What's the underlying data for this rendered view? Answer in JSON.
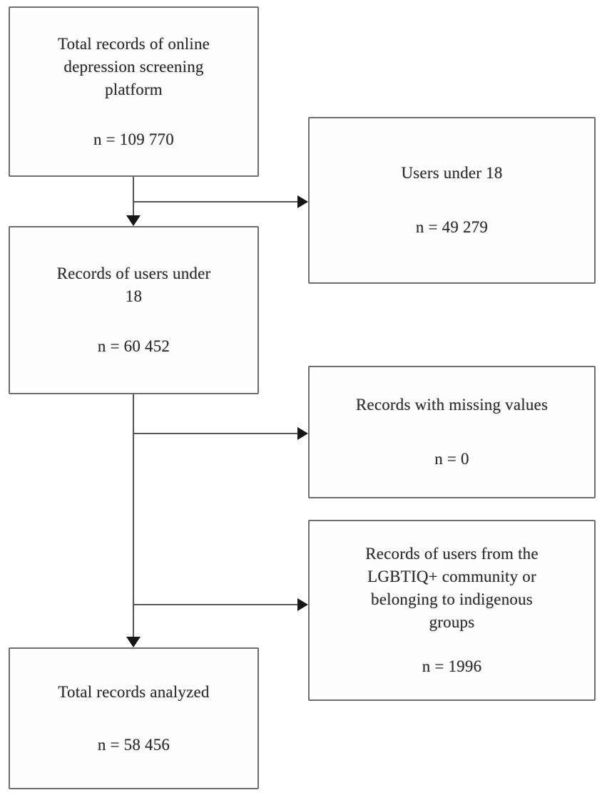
{
  "diagram": {
    "type": "flowchart",
    "description": "Record selection flow diagram for an online depression screening platform study",
    "boxes": {
      "total_records": {
        "label": "Total records of online\ndepression screening\nplatform",
        "n": "n = 109 770"
      },
      "users_under_18": {
        "label": "Users under 18",
        "n": "n = 49 279"
      },
      "records_under_18": {
        "label": "Records of users under\n18",
        "n": "n = 60 452"
      },
      "missing_values": {
        "label": "Records with missing values",
        "n": "n = 0"
      },
      "lgbtiq_indigenous": {
        "label": "Records of users from the\nLGBTIQ+ community or\nbelonging to indigenous\ngroups",
        "n": "n = 1996"
      },
      "analyzed": {
        "label": "Total records analyzed",
        "n": "n = 58 456"
      }
    },
    "edges": [
      {
        "from": "total_records",
        "to": "records_under_18"
      },
      {
        "from": "total_records",
        "to": "users_under_18"
      },
      {
        "from": "records_under_18",
        "to": "analyzed"
      },
      {
        "from": "records_under_18",
        "to": "missing_values"
      },
      {
        "from": "records_under_18",
        "to": "lgbtiq_indigenous"
      }
    ],
    "colors": {
      "background": "#ffffff",
      "box_border": "#6e6e6e",
      "text": "#2d2d2d",
      "connector_line": "#555555",
      "arrowhead": "#161616"
    }
  }
}
